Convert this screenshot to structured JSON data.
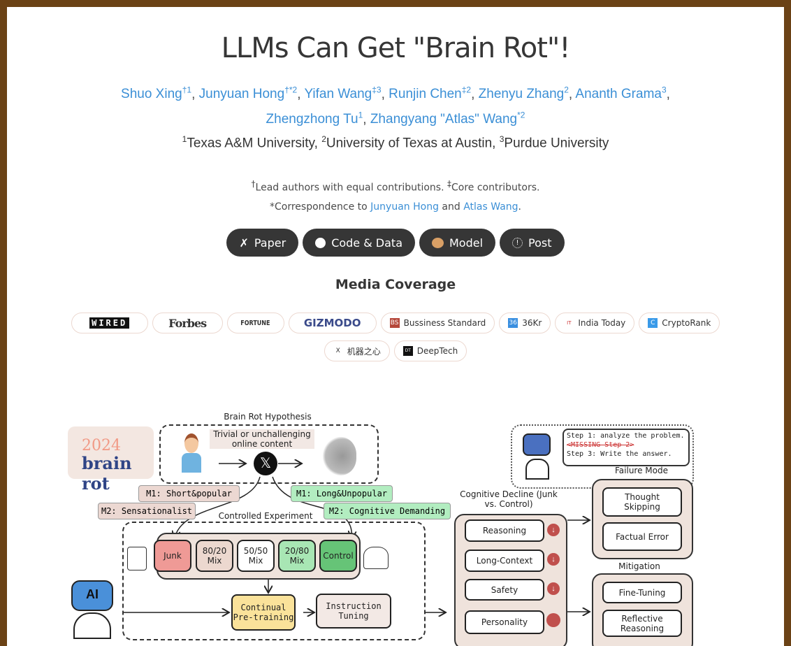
{
  "title": "LLMs Can Get \"Brain Rot\"!",
  "authors": [
    {
      "name": "Shuo Xing",
      "sup": "†1"
    },
    {
      "name": "Junyuan Hong",
      "sup": "†*2"
    },
    {
      "name": "Yifan Wang",
      "sup": "‡3"
    },
    {
      "name": "Runjin Chen",
      "sup": "‡2"
    },
    {
      "name": "Zhenyu Zhang",
      "sup": "2"
    },
    {
      "name": "Ananth Grama",
      "sup": "3"
    },
    {
      "name": "Zhengzhong Tu",
      "sup": "1"
    },
    {
      "name": "Zhangyang \"Atlas\" Wang",
      "sup": "*2"
    }
  ],
  "affiliations": [
    {
      "sup": "1",
      "name": "Texas A&M University, "
    },
    {
      "sup": "2",
      "name": "University of Texas at Austin, "
    },
    {
      "sup": "3",
      "name": "Purdue University"
    }
  ],
  "notes": {
    "lead_sup": "†",
    "lead": "Lead authors with equal contributions. ",
    "core_sup": "‡",
    "core": "Core contributors.",
    "corr_prefix": "*Correspondence to ",
    "corr1": "Junyuan Hong",
    "corr_and": " and ",
    "corr2": "Atlas Wang",
    "corr_end": "."
  },
  "buttons": [
    {
      "label": "Paper",
      "icon": "arxiv-icon"
    },
    {
      "label": "Code & Data",
      "icon": "github-icon"
    },
    {
      "label": "Model",
      "icon": "huggingface-icon"
    },
    {
      "label": "Post",
      "icon": "post-icon"
    }
  ],
  "media": {
    "heading": "Media Coverage",
    "outlets": [
      "WIRED",
      "Forbes",
      "FORTUNE",
      "GIZMODO",
      "Bussiness Standard",
      "36Kr",
      "India Today",
      "CryptoRank",
      "机器之心",
      "DeepTech"
    ]
  },
  "diagram": {
    "logo_year": "2024",
    "logo_text": "brain rot",
    "hypothesis_title": "Brain Rot Hypothesis",
    "content_text": "Trivial or unchallenging online content",
    "m1_junk": "M1: Short&popular",
    "m2_junk": "M2: Sensationalist",
    "m1_control": "M1: Long&Unpopular",
    "m2_control": "M2: Cognitive Demanding",
    "experiment_title": "Controlled Experiment",
    "mixes": [
      "Junk",
      "80/20 Mix",
      "50/50 Mix",
      "20/80 Mix",
      "Control"
    ],
    "mix_colors": [
      "#ef9a96",
      "#ecd8cf",
      "#ffffff",
      "#a8e6b4",
      "#66c477"
    ],
    "pretraining": "Continual Pre-training",
    "instruction": "Instruction Tuning",
    "ai_label": "AI",
    "steps": [
      "Step 1: analyze the problem.",
      "<MISSING Step 2>",
      "Step 3: Write the answer."
    ],
    "failure_title": "Failure Mode",
    "failures": [
      "Thought Skipping",
      "Factual Error"
    ],
    "decline_title": "Cognitive Decline (Junk vs. Control)",
    "declines": [
      "Reasoning",
      "Long-Context",
      "Safety",
      "Personality"
    ],
    "mitigation_title": "Mitigation",
    "mitigations": [
      "Fine-Tuning",
      "Reflective Reasoning"
    ]
  }
}
